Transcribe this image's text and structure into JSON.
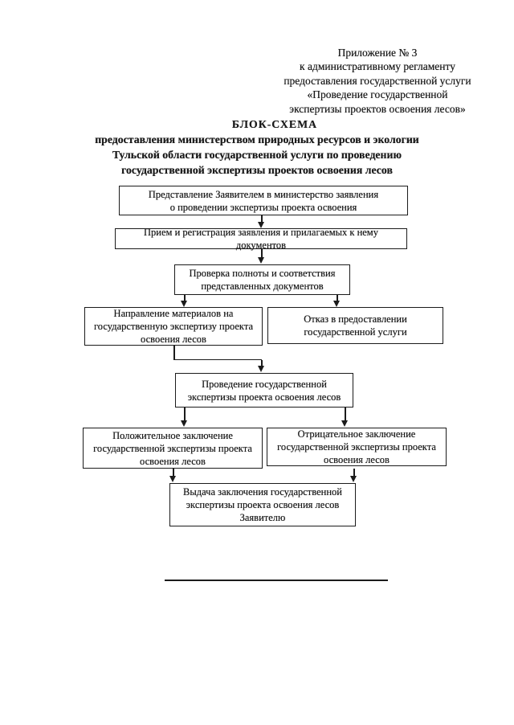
{
  "document": {
    "appendix_lines": [
      "Приложение № 3",
      "к административному регламенту",
      "предоставления государственной услуги",
      "«Проведение государственной",
      "экспертизы проектов освоения лесов»"
    ],
    "title_lines": [
      "БЛОК-СХЕМА",
      "предоставления министерством природных ресурсов и экологии",
      "Тульской области государственной услуги по проведению",
      "государственной экспертизы проектов освоения лесов"
    ]
  },
  "flowchart": {
    "nodes": [
      {
        "name": "submission",
        "lines": [
          "Представление Заявителем в министерство заявления",
          "о проведении экспертизы проекта освоения"
        ]
      },
      {
        "name": "registration",
        "lines": [
          "Прием и регистрация заявления и прилагаемых к нему документов"
        ]
      },
      {
        "name": "completeness-check",
        "lines": [
          "Проверка полноты и соответствия",
          "представленных документов"
        ]
      },
      {
        "name": "send-to-expertise",
        "lines": [
          "Направление материалов на",
          "государственную экспертизу проекта",
          "освоения лесов"
        ]
      },
      {
        "name": "refusal",
        "lines": [
          "Отказ в предоставлении",
          "государственной услуги"
        ]
      },
      {
        "name": "conduct-expertise",
        "lines": [
          "Проведение государственной",
          "экспертизы проекта освоения лесов"
        ]
      },
      {
        "name": "positive-conclusion",
        "lines": [
          "Положительное заключение",
          "государственной экспертизы проекта",
          "освоения лесов"
        ]
      },
      {
        "name": "negative-conclusion",
        "lines": [
          "Отрицательное заключение",
          "государственной экспертизы проекта",
          "освоения лесов"
        ]
      },
      {
        "name": "issue-conclusion",
        "lines": [
          "Выдача заключения государственной",
          "экспертизы проекта освоения лесов",
          "Заявителю"
        ]
      }
    ]
  },
  "colors": {
    "ink": "#1b1b1b",
    "paper": "#ffffff"
  }
}
